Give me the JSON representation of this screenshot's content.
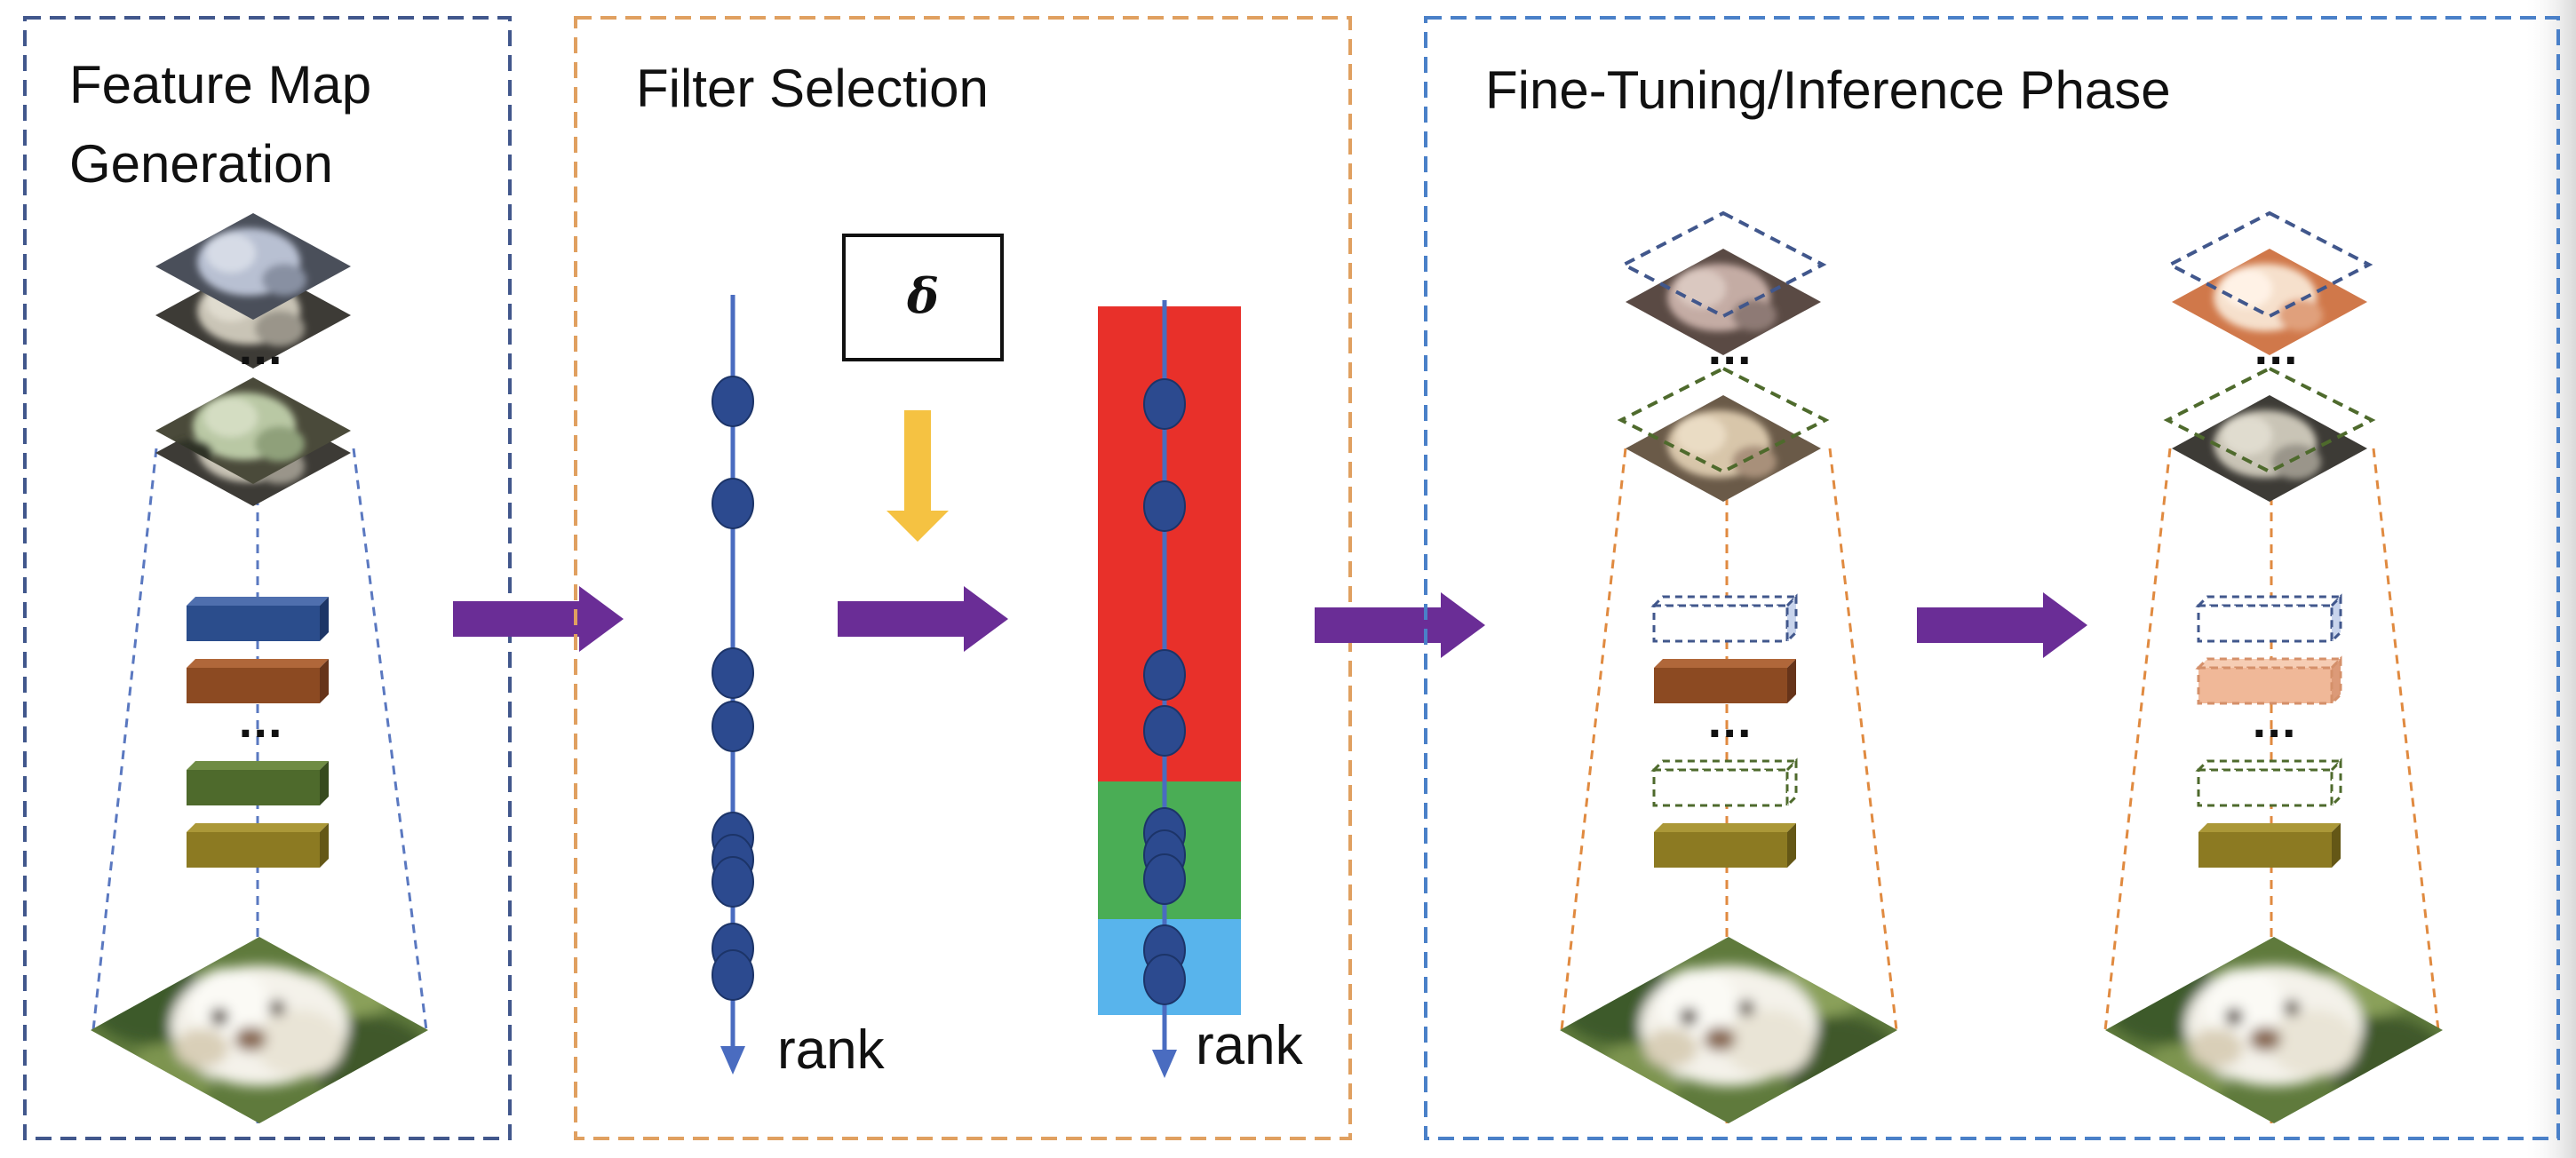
{
  "panels": {
    "generation": {
      "title_line1": "Feature Map",
      "title_line2": "Generation",
      "ellipsis": "..."
    },
    "selection": {
      "title": "Filter Selection",
      "threshold_symbol": "δ",
      "axis_label_left": "rank",
      "axis_label_right": "rank"
    },
    "finetune": {
      "title": "Fine-Tuning/Inference Phase"
    }
  },
  "colors": {
    "panel1_border": "#41578c",
    "panel2_border": "#e0a060",
    "panel3_border": "#4a80c8",
    "flow_arrow": "#6a2d96",
    "threshold_arrow": "#f5c242",
    "rank_axis": "#4a6cc0",
    "rank_node": "#2c4a8f",
    "group_high": "#e8302a",
    "group_mid": "#4aad55",
    "group_low": "#58b4ec",
    "cone_blue": "#5a78c0",
    "cone_orange": "#e08a40",
    "filter_blue": "#2b4d8c",
    "filter_brown": "#8c4a22",
    "filter_green": "#4e6a2c",
    "filter_olive": "#8c7a22",
    "filter_peach": "#f0b898"
  },
  "rank_ranking": {
    "node_count": 9
  }
}
